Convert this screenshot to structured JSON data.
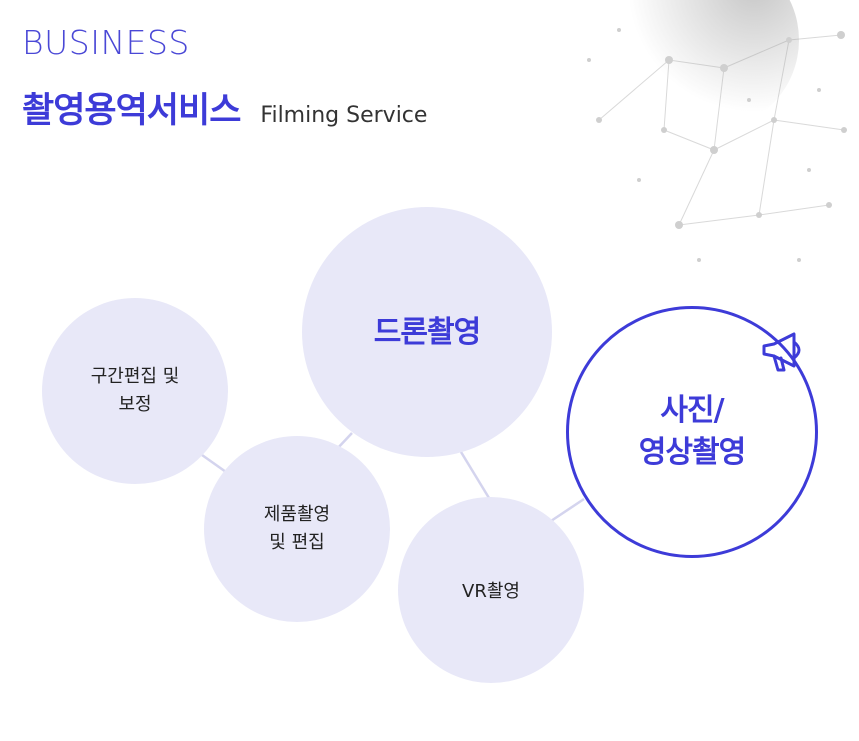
{
  "header": {
    "eyebrow": "BUSINESS",
    "title": "촬영용역서비스",
    "subtitle": "Filming Service"
  },
  "services": [
    {
      "label": "구간편집 및\n보정"
    },
    {
      "label": "드론촬영"
    },
    {
      "label": "제품촬영\n및 편집"
    },
    {
      "label": "VR촬영"
    },
    {
      "label": "사진/\n영상촬영"
    }
  ],
  "colors": {
    "accent": "#3d3bd8",
    "bubble": "#e8e8f8",
    "connector": "#d4d4ee"
  },
  "icons": {
    "featured": "megaphone-icon"
  }
}
